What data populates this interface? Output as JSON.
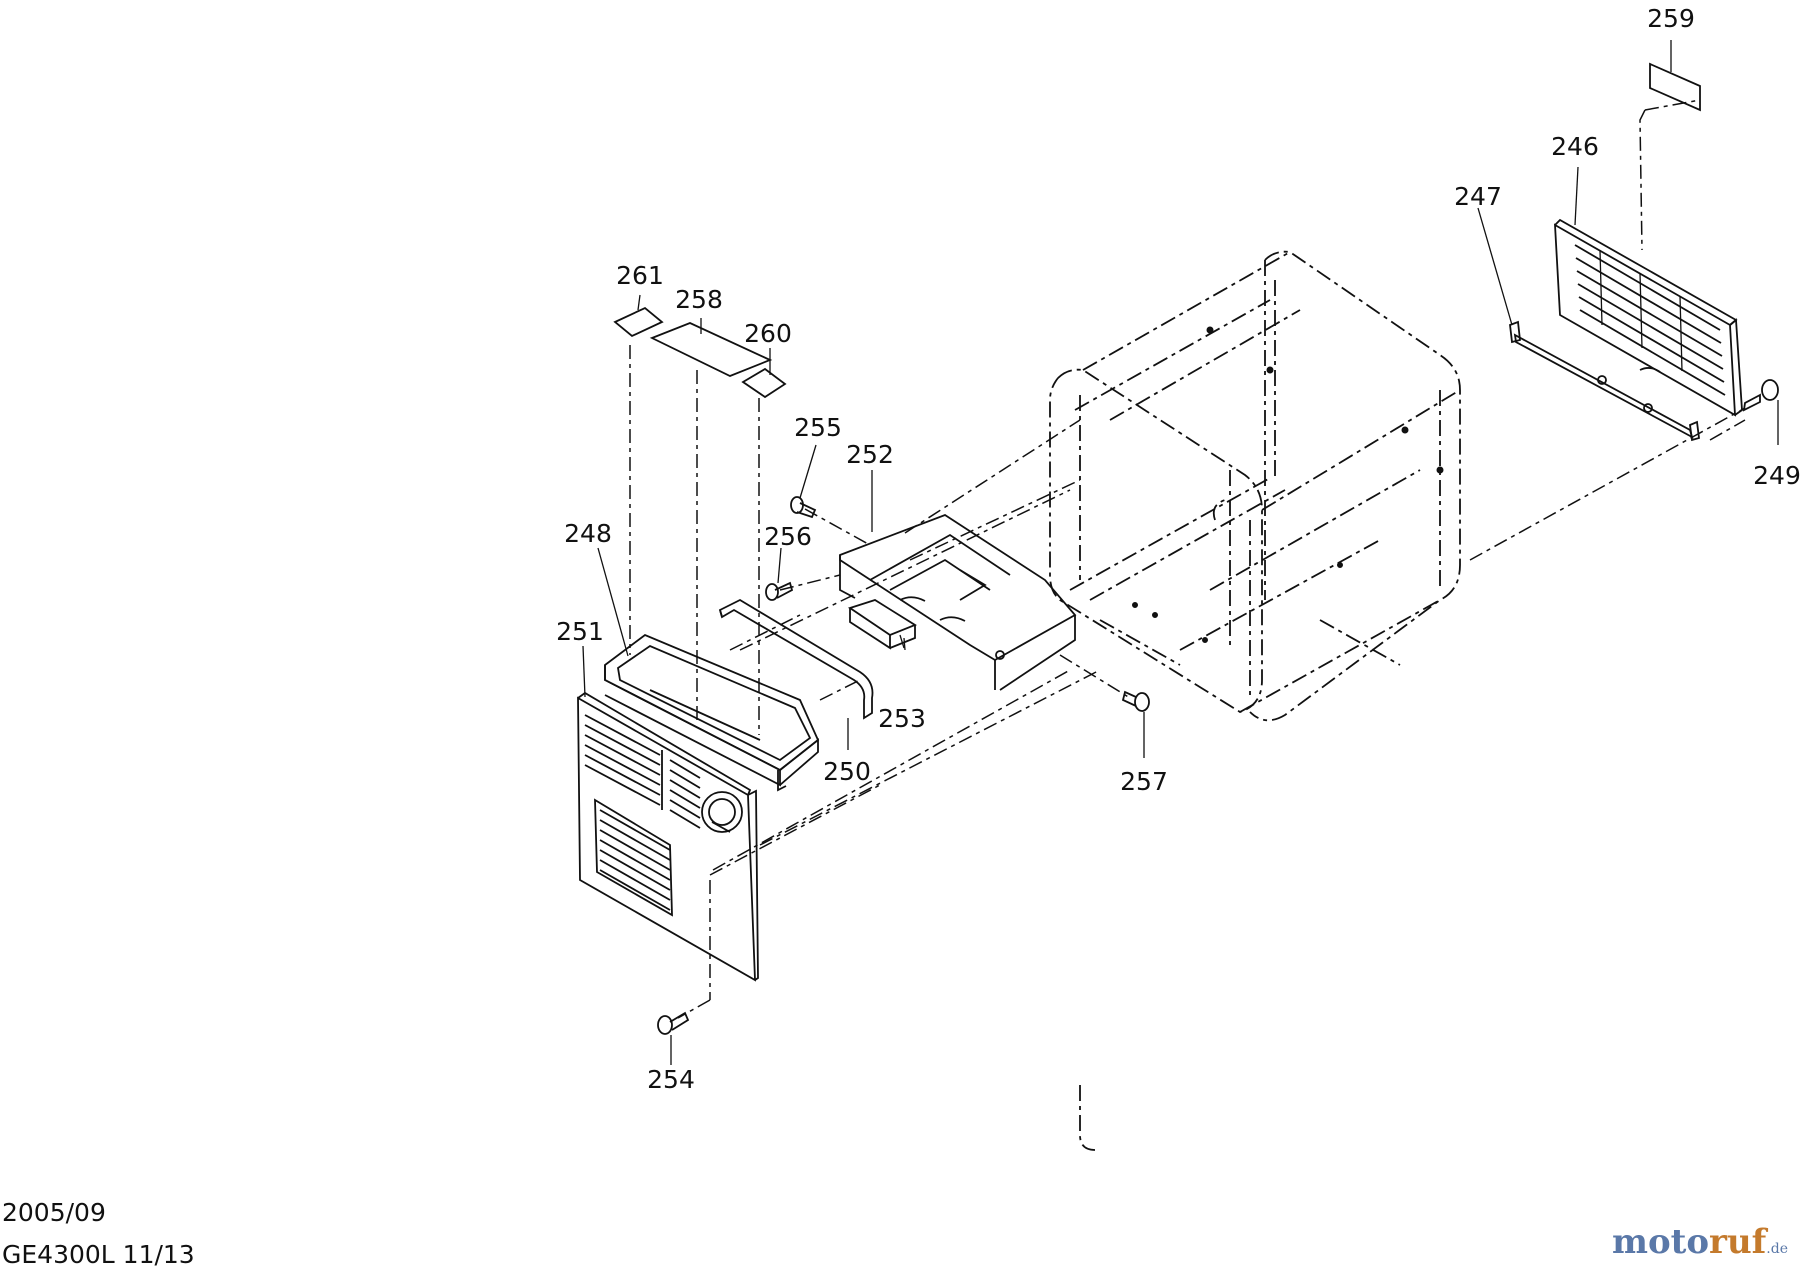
{
  "footer": {
    "date": "2005/09",
    "model": "GE4300L 11/13"
  },
  "watermark": {
    "main_a": "moto",
    "accent": "ruf",
    "tld": ".de"
  },
  "callouts": [
    {
      "id": "p259",
      "label": "259"
    },
    {
      "id": "p246",
      "label": "246"
    },
    {
      "id": "p247",
      "label": "247"
    },
    {
      "id": "p249",
      "label": "249"
    },
    {
      "id": "p261",
      "label": "261"
    },
    {
      "id": "p258",
      "label": "258"
    },
    {
      "id": "p260",
      "label": "260"
    },
    {
      "id": "p255",
      "label": "255"
    },
    {
      "id": "p252",
      "label": "252"
    },
    {
      "id": "p256",
      "label": "256"
    },
    {
      "id": "p248",
      "label": "248"
    },
    {
      "id": "p251",
      "label": "251"
    },
    {
      "id": "p253",
      "label": "253"
    },
    {
      "id": "p250",
      "label": "250"
    },
    {
      "id": "p257",
      "label": "257"
    },
    {
      "id": "p254",
      "label": "254"
    }
  ]
}
